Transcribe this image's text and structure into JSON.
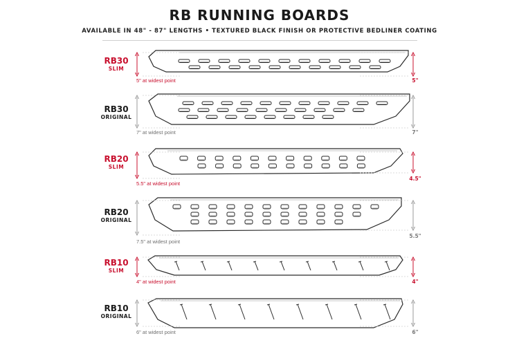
{
  "header": {
    "title": "RB RUNNING BOARDS",
    "subtitle": "AVAILABLE IN 48\" - 87\" LENGTHS  •  TEXTURED BLACK FINISH OR PROTECTIVE BEDLINER COATING"
  },
  "colors": {
    "accent_red": "#c8102e",
    "text_dark": "#1a1a1a",
    "text_gray": "#7a7a7a",
    "outline": "#2a2a2a"
  },
  "boards": [
    {
      "model": "RB30",
      "variant": "SLIM",
      "widest_label": "5\" at widest point",
      "right_measure": "5\"",
      "style": "slim",
      "color": "red"
    },
    {
      "model": "RB30",
      "variant": "ORIGINAL",
      "widest_label": "7\" at widest point",
      "right_measure": "7\"",
      "style": "original",
      "color": "dark"
    },
    {
      "model": "RB20",
      "variant": "SLIM",
      "widest_label": "5.5\" at widest point",
      "right_measure": "4.5\"",
      "style": "slim",
      "color": "red"
    },
    {
      "model": "RB20",
      "variant": "ORIGINAL",
      "widest_label": "7.5\" at widest point",
      "right_measure": "5.5\"",
      "style": "original",
      "color": "dark"
    },
    {
      "model": "RB10",
      "variant": "SLIM",
      "widest_label": "4\" at widest point",
      "right_measure": "4\"",
      "style": "slim",
      "color": "red"
    },
    {
      "model": "RB10",
      "variant": "ORIGINAL",
      "widest_label": "6\" at widest point",
      "right_measure": "6\"",
      "style": "original",
      "color": "dark"
    }
  ]
}
